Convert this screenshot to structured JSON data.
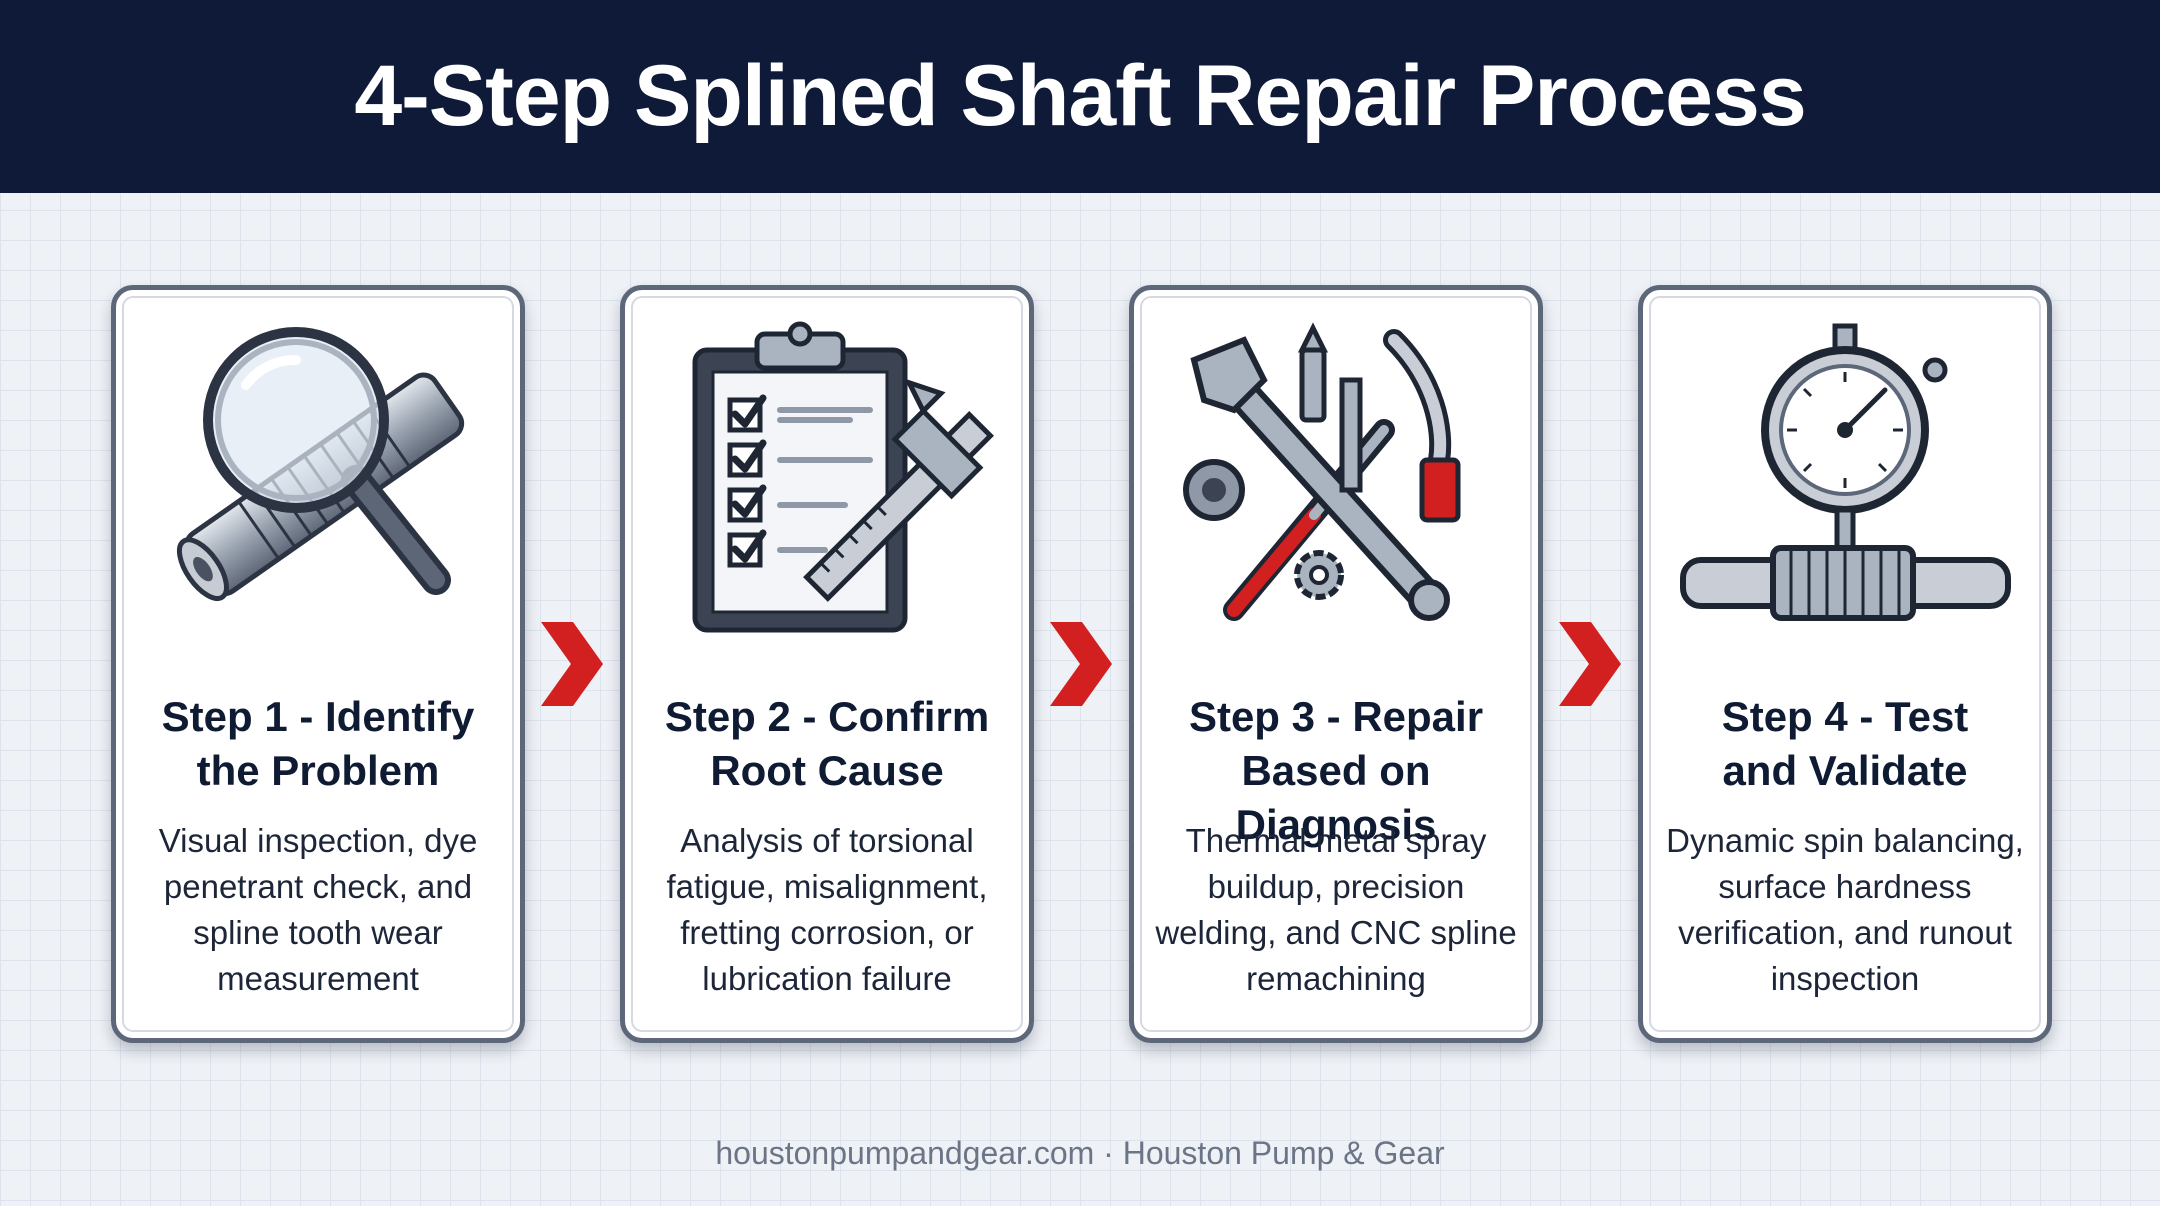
{
  "header": {
    "title": "4-Step Splined Shaft Repair Process"
  },
  "colors": {
    "header_bg": "#0e1a38",
    "accent_red": "#d21f1f",
    "card_border": "#5c6779"
  },
  "steps": [
    {
      "icon": "magnifier-shaft-icon",
      "title_line1": "Step 1 - Identify",
      "title_line2": "the Problem",
      "desc_lines": [
        "Visual inspection, dye",
        "penetrant check, and",
        "spline tooth wear",
        "measurement"
      ]
    },
    {
      "icon": "clipboard-caliper-icon",
      "title_line1": "Step 2 - Confirm",
      "title_line2": "Root Cause",
      "desc_lines": [
        "Analysis of torsional",
        "fatigue, misalignment,",
        "fretting corrosion, or",
        "lubrication failure"
      ]
    },
    {
      "icon": "repair-tools-icon",
      "title_line1": "Step 3 - Repair",
      "title_line2": "Based on Diagnosis",
      "desc_lines": [
        "Thermal metal spray",
        "buildup, precision",
        "welding, and CNC spline",
        "remachining"
      ]
    },
    {
      "icon": "dial-gauge-shaft-icon",
      "title_line1": "Step 4 - Test",
      "title_line2": "and Validate",
      "desc_lines": [
        "Dynamic spin balancing,",
        "surface hardness",
        "verification, and runout",
        "inspection"
      ]
    }
  ],
  "footer": {
    "text": "houstonpumpandgear.com · Houston Pump & Gear"
  }
}
